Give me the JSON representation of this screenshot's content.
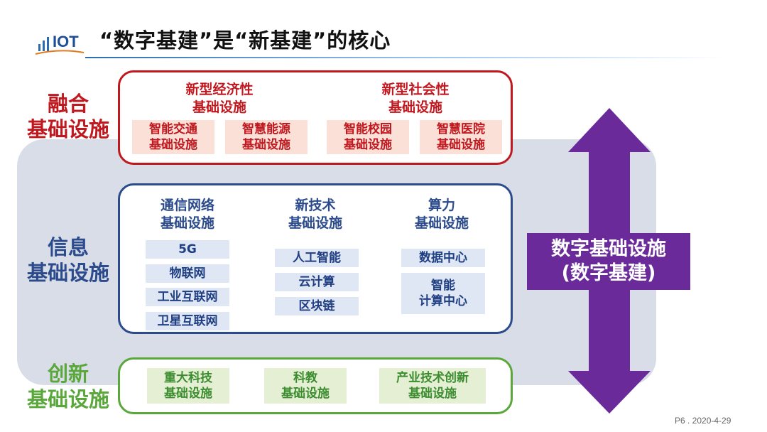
{
  "logo": {
    "text": "IOT"
  },
  "title": "“数字基建”是“新基建”的核心",
  "footer": "P6 . 2020-4-29",
  "colors": {
    "red": "#c0181f",
    "blue": "#2b4b8c",
    "green": "#5aa83c",
    "purple": "#6a2a9a"
  },
  "sections": {
    "fusion": {
      "label_1": "融合",
      "label_2": "基础设施",
      "groups": [
        {
          "head_1": "新型经济性",
          "head_2": "基础设施"
        },
        {
          "head_1": "新型社会性",
          "head_2": "基础设施"
        }
      ],
      "items": [
        {
          "l1": "智能交通",
          "l2": "基础设施"
        },
        {
          "l1": "智慧能源",
          "l2": "基础设施"
        },
        {
          "l1": "智能校园",
          "l2": "基础设施"
        },
        {
          "l1": "智慧医院",
          "l2": "基础设施"
        }
      ]
    },
    "information": {
      "label_1": "信息",
      "label_2": "基础设施",
      "columns": [
        {
          "head_1": "通信网络",
          "head_2": "基础设施",
          "items": [
            "5G",
            "物联网",
            "工业互联网",
            "卫星互联网"
          ]
        },
        {
          "head_1": "新技术",
          "head_2": "基础设施",
          "items": [
            "人工智能",
            "云计算",
            "区块链"
          ]
        },
        {
          "head_1": "算力",
          "head_2": "基础设施",
          "items": [
            "数据中心",
            "智能",
            "计算中心"
          ]
        }
      ]
    },
    "innovation": {
      "label_1": "创新",
      "label_2": "基础设施",
      "items": [
        {
          "l1": "重大科技",
          "l2": "基础设施"
        },
        {
          "l1": "科教",
          "l2": "基础设施"
        },
        {
          "l1": "产业技术创新",
          "l2": "基础设施"
        }
      ]
    }
  },
  "digital": {
    "line_1": "数字基础设施",
    "line_2": "(数字基建)"
  }
}
